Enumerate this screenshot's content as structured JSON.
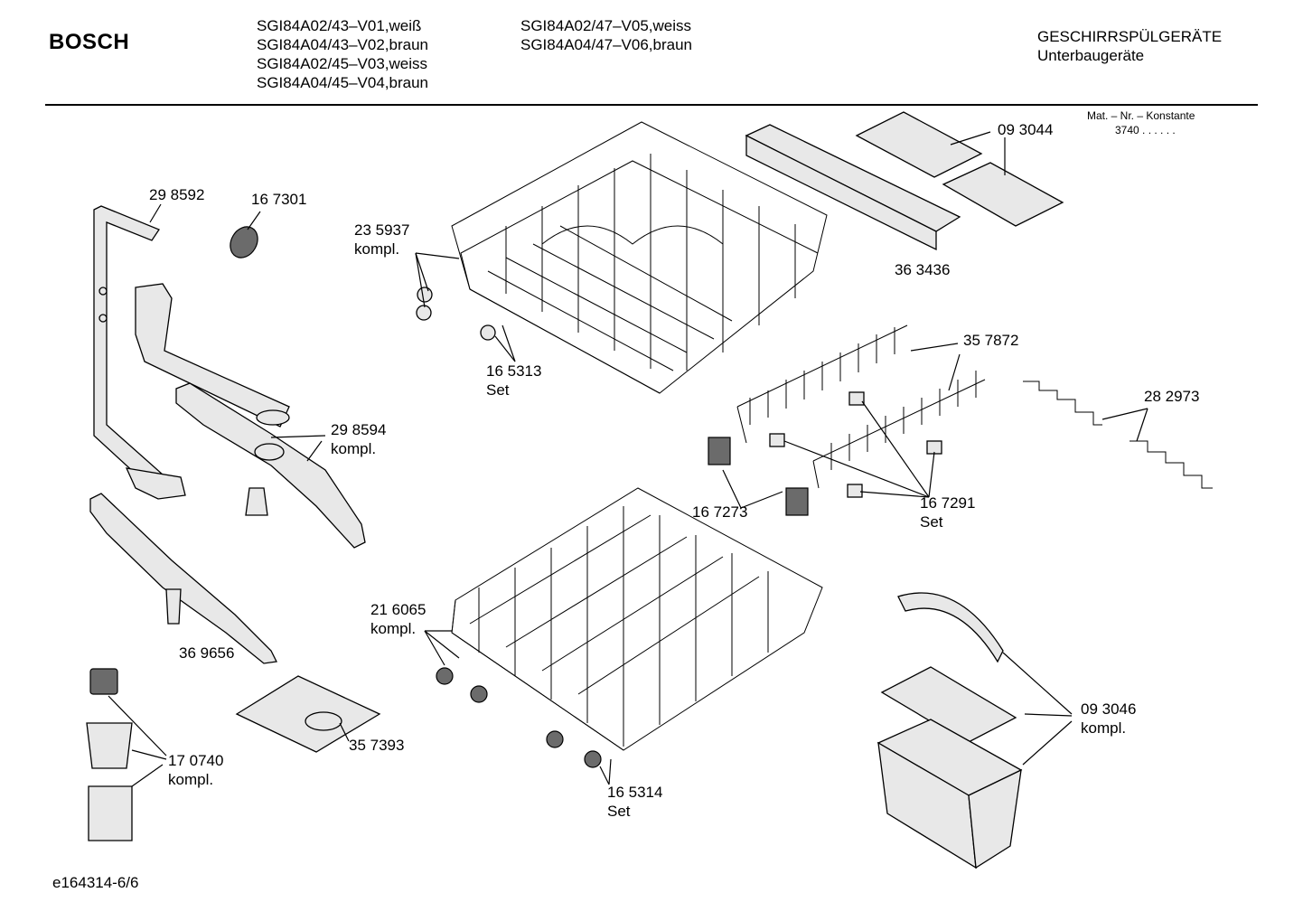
{
  "header": {
    "brand": "BOSCH",
    "models_col1": [
      "SGI84A02/43–V01,weiß",
      "SGI84A04/43–V02,braun",
      "SGI84A02/45–V03,weiss",
      "SGI84A04/45–V04,braun"
    ],
    "models_col2": [
      "SGI84A02/47–V05,weiss",
      "SGI84A04/47–V06,braun"
    ],
    "category": "GESCHIRRSPÜLGERÄTE",
    "subcategory": "Unterbaugeräte",
    "mat_nr_label": "Mat. – Nr. – Konstante",
    "mat_nr_value": "3740 . .  . . . ."
  },
  "parts": {
    "p298592": "29 8592",
    "p167301": "16 7301",
    "p235937": "23 5937",
    "p235937_sub": "kompl.",
    "p093044": "09  3044",
    "p363436": "36  3436",
    "p165313": "16 5313",
    "p165313_sub": "Set",
    "p357872": "35 7872",
    "p282973": "28 2973",
    "p298594": "29 8594",
    "p298594_sub": "kompl.",
    "p167273": "16 7273",
    "p167291": "16 7291",
    "p167291_sub": "Set",
    "p216065": "21 6065",
    "p216065_sub": "kompl.",
    "p369656": "36 9656",
    "p357393": "35 7393",
    "p170740": "17 0740",
    "p170740_sub": "kompl.",
    "p165314": "16 5314",
    "p165314_sub": "Set",
    "p093046": "09 3046",
    "p093046_sub": "kompl."
  },
  "footer": {
    "code": "e164314-6/6"
  }
}
